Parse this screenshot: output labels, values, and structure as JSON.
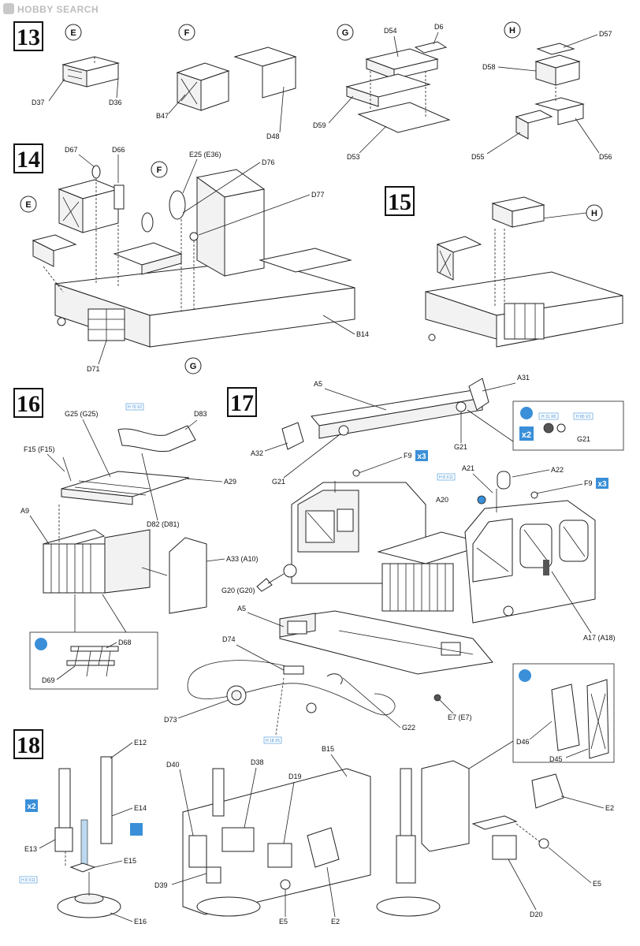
{
  "watermark": {
    "brand": "HOBBY SEARCH"
  },
  "steps": [
    {
      "number": "13",
      "sub_circles": [
        "E",
        "F",
        "G",
        "H"
      ],
      "labels": [
        "D37",
        "D36",
        "B47",
        "D48",
        "D54",
        "D6",
        "D59",
        "D53",
        "D57",
        "D58",
        "D55",
        "D56"
      ]
    },
    {
      "number": "14",
      "sub_circles": [
        "E",
        "F",
        "G"
      ],
      "labels": [
        "D67",
        "D66",
        "E25 (E36)",
        "D76",
        "D77",
        "B14",
        "D71"
      ]
    },
    {
      "number": "15",
      "sub_circles": [
        "H"
      ],
      "labels": []
    },
    {
      "number": "16",
      "labels": [
        "G25 (G25)",
        "D83",
        "F15 (F15)",
        "A29",
        "A9",
        "D82 (D81)",
        "A33 (A10)",
        "D68",
        "D69"
      ],
      "color_codes": [
        "H 70 X2"
      ]
    },
    {
      "number": "17",
      "labels": [
        "A5",
        "A31",
        "A32",
        "G21",
        "G21",
        "G21",
        "F9",
        "A21",
        "A22",
        "F9",
        "A20",
        "G20 (G20)",
        "A17 (A18)",
        "A5",
        "D74",
        "D73",
        "G22",
        "E7 (E7)"
      ],
      "multipliers": [
        "x2",
        "x3",
        "x3"
      ],
      "color_codes": [
        "H 31 X8",
        "H 8 X11",
        "H 80 X3",
        "H 8 X11",
        "H 18 X5"
      ]
    },
    {
      "number": "18",
      "labels": [
        "E12",
        "E14",
        "E13",
        "E15",
        "E16",
        "D40",
        "D38",
        "D19",
        "B15",
        "D39",
        "E5",
        "E2",
        "E2",
        "E5",
        "D20",
        "D46",
        "D45"
      ],
      "multipliers": [
        "x2"
      ],
      "color_codes": [
        "H 8 X11"
      ]
    }
  ]
}
